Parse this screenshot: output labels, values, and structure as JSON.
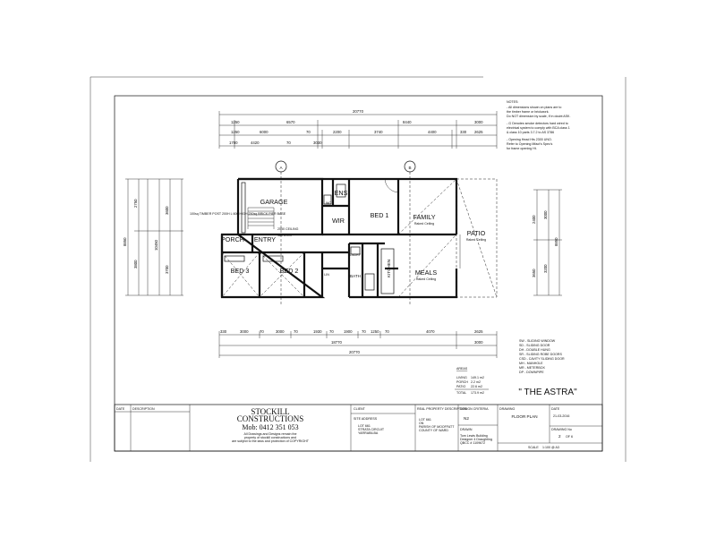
{
  "notes": {
    "heading": "NOTES:",
    "lines": [
      "- All dimensions shown on plans are to",
      "  the timber frame or brickwork.",
      "  Do NOT dimension by scale, If in doubt ASK.",
      "- ⊡ Denotes smoke detectors hard wired to",
      "  electrical system to comply with BCA class 1",
      "  & class 10 parts 3.7.2 to AS 3786",
      "- Opening Head Hts 2300 UNO.",
      "  Refer to Opening Mfact's Spec's",
      "  for frame opening Ht."
    ]
  },
  "top_dims": {
    "overall": "20770",
    "row2": [
      "1250",
      "6570",
      "8440",
      "3000"
    ],
    "row3": [
      "1250",
      "6000",
      "70",
      "2200",
      "3740",
      "4400",
      "330",
      "2625"
    ],
    "row4": [
      "1700",
      "4420",
      "70",
      "3030"
    ]
  },
  "bottom_dims": {
    "row1": [
      "330",
      "3000",
      "70",
      "3000",
      "70",
      "1930",
      "70",
      "1900",
      "70",
      "1250",
      "70",
      "4070",
      "2625"
    ],
    "row2": [
      "18770",
      "3000"
    ],
    "overall": "20770"
  },
  "left_dims": [
    "2750",
    "3800",
    "8850",
    "3600",
    "3700",
    "10450"
  ],
  "right_dims": [
    "3000",
    "3200",
    "8850",
    "2400",
    "3650"
  ],
  "grid_markers": [
    "A",
    "B"
  ],
  "rooms": {
    "garage": "GARAGE",
    "ens": "ENS",
    "wir": "WIR",
    "bed1": "BED 1",
    "family": "FAMILY",
    "family_sub": "Raked Ceiling",
    "porch": "PORCH",
    "entry": "ENTRY",
    "bed3": "BED 3",
    "bed2": "BED 2",
    "lndry": "LNDRY",
    "bath": "BATH",
    "kitchen": "KITCHEN",
    "meals": "MEALS",
    "meals_sub": "Raked Ceiling",
    "patio": "PATIO",
    "patio_sub": "Raked Ceiling",
    "wc": "WC",
    "lin": "LIN"
  },
  "labels": {
    "porch_note": "100sq TIMBER POST 200H L 600 HIGH 250sq BRICK PIER BASE",
    "ceiling_note": "2550 CEILING",
    "drop_note": "480 DROP"
  },
  "legend": [
    "SW - SLIDING WINDOW",
    "SD - SLIDING DOOR",
    "DH - DOUBLE HUNG",
    "SR - SLIDING ROBE DOORS",
    "CSD - CAVITY SLIDING DOOR",
    "MH - MANHOLE",
    "MR - METERBOX",
    "DP - DOWNPIPE"
  ],
  "areas": {
    "heading": "AREAS",
    "rows": [
      [
        "LIVING",
        "149.1 m2"
      ],
      [
        "PORCH",
        "2.2 m2"
      ],
      [
        "PATIO",
        "22.6 m2"
      ]
    ],
    "total": [
      "TOTAL",
      "173.9 m2"
    ]
  },
  "project_name": "\" THE ASTRA\"",
  "title_block": {
    "date_col": "DATE",
    "description_col": "DESCRIPTION",
    "company_line1": "STOCKILL",
    "company_line2": "CONSTRUCTIONS",
    "mobile": "Mob: 0412 351 053",
    "copyright": [
      "All Drawings and Designs remain the",
      "property of stockill constructions and",
      "are subject to the laws and protection of COPYRIGHT"
    ],
    "client_label": "CLIENT",
    "site_label": "SITE ADDRESS",
    "site_lines": [
      "LOT 661",
      "STRATA CIRCUIT",
      "YARRABILBA"
    ],
    "property_label": "REAL PROPERTY DESCRIPTION",
    "property_lines": [
      "LOT 661",
      "ON",
      "PARISH OF MOOFFATT",
      "COUNTY OF WARD"
    ],
    "design_label": "DESIGN CRITERIA",
    "design_value": "N2",
    "drawn_label": "DRAWN",
    "drawn_lines": [
      "Tom Lewis Building",
      "Designer 4 Draughting",
      "QBCC # 1109672"
    ],
    "drawing_label": "DRAWING",
    "drawing_value": "FLOOR PLAN",
    "date_label": "DATE",
    "date_value": "21-03-2016",
    "drawing_no_label": "DRAWING No",
    "drawing_no_value": "2",
    "of_text": "OF 6",
    "scale_label": "SCALE",
    "scale_value": "1:100 @ A3"
  }
}
